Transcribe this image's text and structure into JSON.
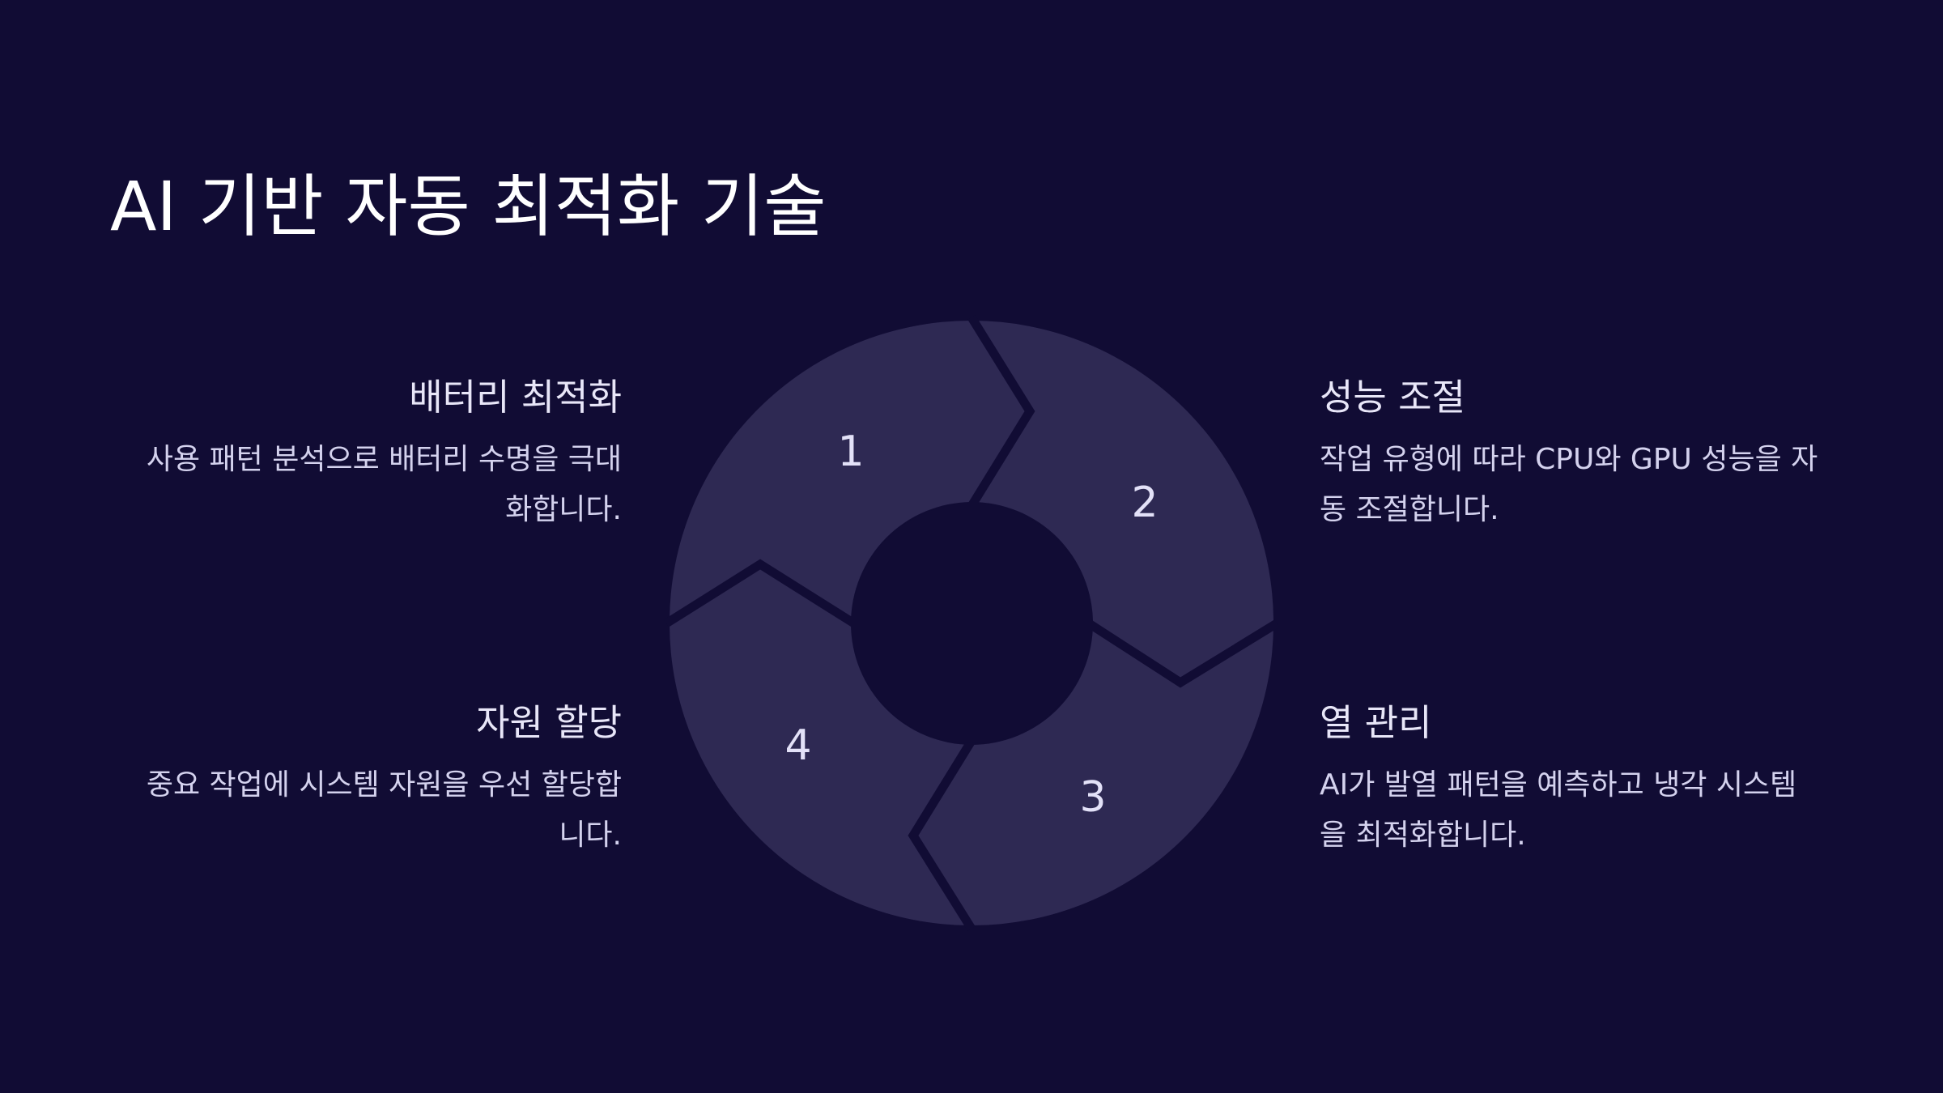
{
  "slide": {
    "title": "AI 기반 자동 최적화 기술"
  },
  "cycle": {
    "segments": [
      {
        "number": "1"
      },
      {
        "number": "2"
      },
      {
        "number": "3"
      },
      {
        "number": "4"
      }
    ]
  },
  "features": {
    "battery": {
      "title": "배터리 최적화",
      "description": "사용 패턴 분석으로 배터리 수명을 극대화합니다."
    },
    "performance": {
      "title": "성능 조절",
      "description": "작업 유형에 따라 CPU와 GPU 성능을 자동 조절합니다."
    },
    "thermal": {
      "title": "열 관리",
      "description": "AI가 발열 패턴을 예측하고 냉각 시스템을 최적화합니다."
    },
    "resource": {
      "title": "자원 할당",
      "description": "중요 작업에 시스템 자원을 우선 할당합니다."
    }
  },
  "colors": {
    "background": "#110c34",
    "segment_fill": "#2e2953",
    "number_text": "#e3e1f8",
    "title_text": "#ffffff",
    "body_text": "#d4d2ee"
  }
}
